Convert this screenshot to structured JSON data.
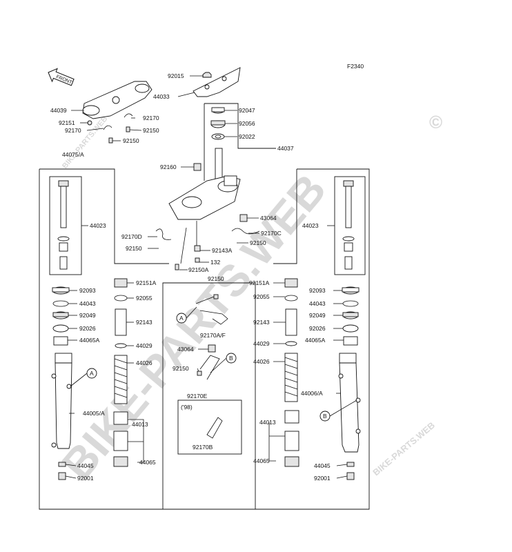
{
  "figure_code": "F2340",
  "front_arrow_text": "FRONT",
  "watermark_main": "BIKE-PARTS.WEB",
  "watermark_copyright": "©",
  "watermark_small_1": "BIKE-PARTS.WEB",
  "watermark_small_2": "BIKE-PARTS.WEB",
  "labels": {
    "p92015": "92015",
    "p44033": "44033",
    "p44039": "44039",
    "p92151": "92151",
    "p92170_l": "92170",
    "p92170_r": "92170",
    "p92150_r": "92150",
    "p92150_l": "92150",
    "p92047": "92047",
    "p92056": "92056",
    "p92022": "92022",
    "p44037": "44037",
    "p44075A": "44075/A",
    "p92160": "92160",
    "p44023_l": "44023",
    "p44023_r": "44023",
    "p43064_top": "43064",
    "p92170D": "92170D",
    "p92170C": "92170C",
    "p92150_c": "92150",
    "p92150_d": "92150",
    "p92143A": "92143A",
    "p132": "132",
    "p92150A": "92150A",
    "p92150_mid": "92150",
    "p92093_l": "92093",
    "p92151A_l": "92151A",
    "p92151A_r": "92151A",
    "p92093_r": "92093",
    "p44043_l": "44043",
    "p92055_l": "92055",
    "p92055_r": "92055",
    "p44043_r": "44043",
    "p92049_l": "92049",
    "p92049_r": "92049",
    "p92143_l": "92143",
    "p92143_r": "92143",
    "p92026_l": "92026",
    "p92026_r": "92026",
    "p92170AF": "92170A/F",
    "p44065A_l": "44065A",
    "p44065A_r": "44065A",
    "p44029_l": "44029",
    "p44029_r": "44029",
    "p43064_mid": "43064",
    "p44026_l": "44026",
    "p44026_r": "44026",
    "p92150_e": "92150",
    "p92170E": "92170E",
    "p44006A": "44006/A",
    "p98": "('98)",
    "p44005A": "44005/A",
    "p44013_l": "44013",
    "p44013_r": "44013",
    "p92170B": "92170B",
    "p44065_l": "44065",
    "p44065_r": "44065",
    "p44045_l": "44045",
    "p44045_r": "44045",
    "p92001_l": "92001",
    "p92001_r": "92001",
    "refA_1": "A",
    "refA_2": "A",
    "refB_1": "B",
    "refB_2": "B"
  }
}
